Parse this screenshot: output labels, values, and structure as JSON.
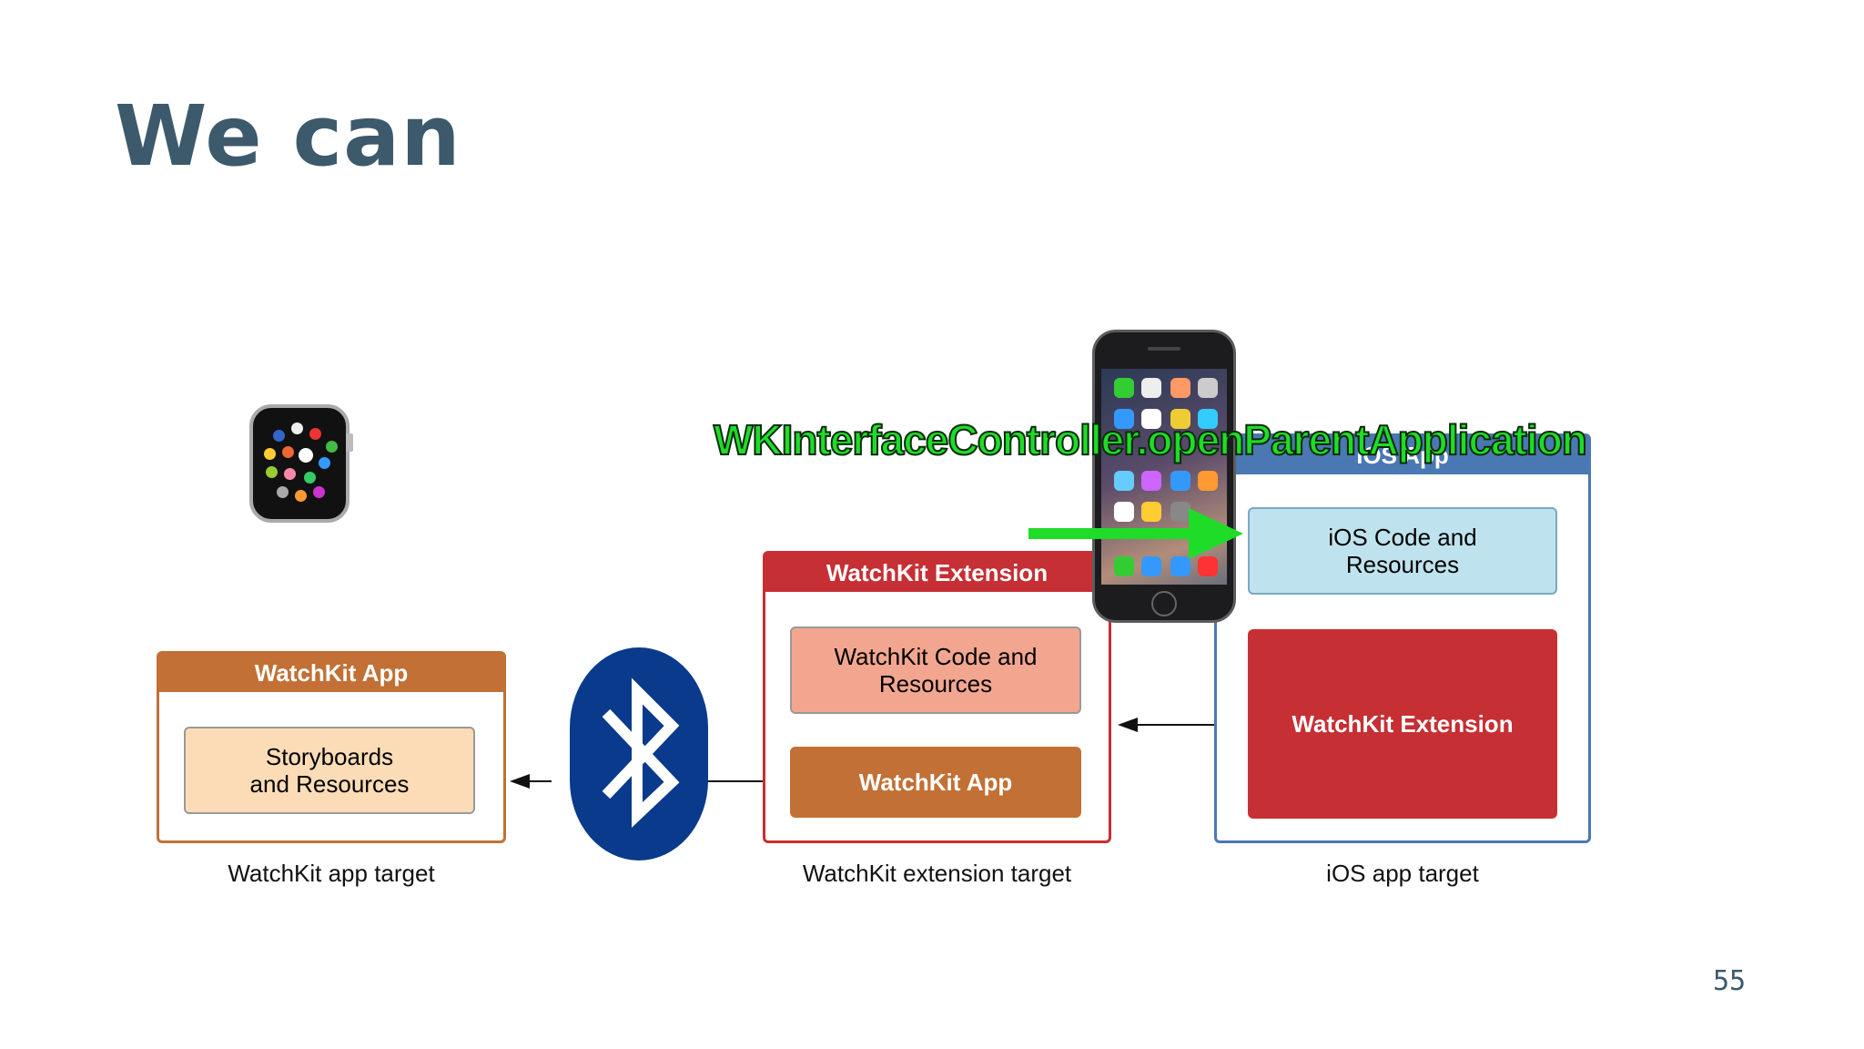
{
  "slide": {
    "title": "We can",
    "page_number": "55",
    "call_label": "WKInterfaceController.openParentApplication"
  },
  "watchkit_app_target": {
    "header": "WatchKit App",
    "inner_label": "Storyboards\nand Resources",
    "caption": "WatchKit app target"
  },
  "watchkit_extension_target": {
    "header": "WatchKit Extension",
    "code_label": "WatchKit Code and\nResources",
    "app_label": "WatchKit App",
    "caption": "WatchKit extension target"
  },
  "ios_app_target": {
    "header": "iOS App",
    "code_label": "iOS Code and\nResources",
    "extension_label": "WatchKit Extension",
    "caption": "iOS app target"
  },
  "colors": {
    "watchkit_app": "#c27035",
    "watchkit_extension": "#c62f34",
    "ios": "#4a78b2",
    "arrow_green": "#1fdc28",
    "bluetooth": "#0a3a8c"
  },
  "icons": [
    "apple-watch-icon",
    "iphone-icon",
    "bluetooth-icon"
  ]
}
